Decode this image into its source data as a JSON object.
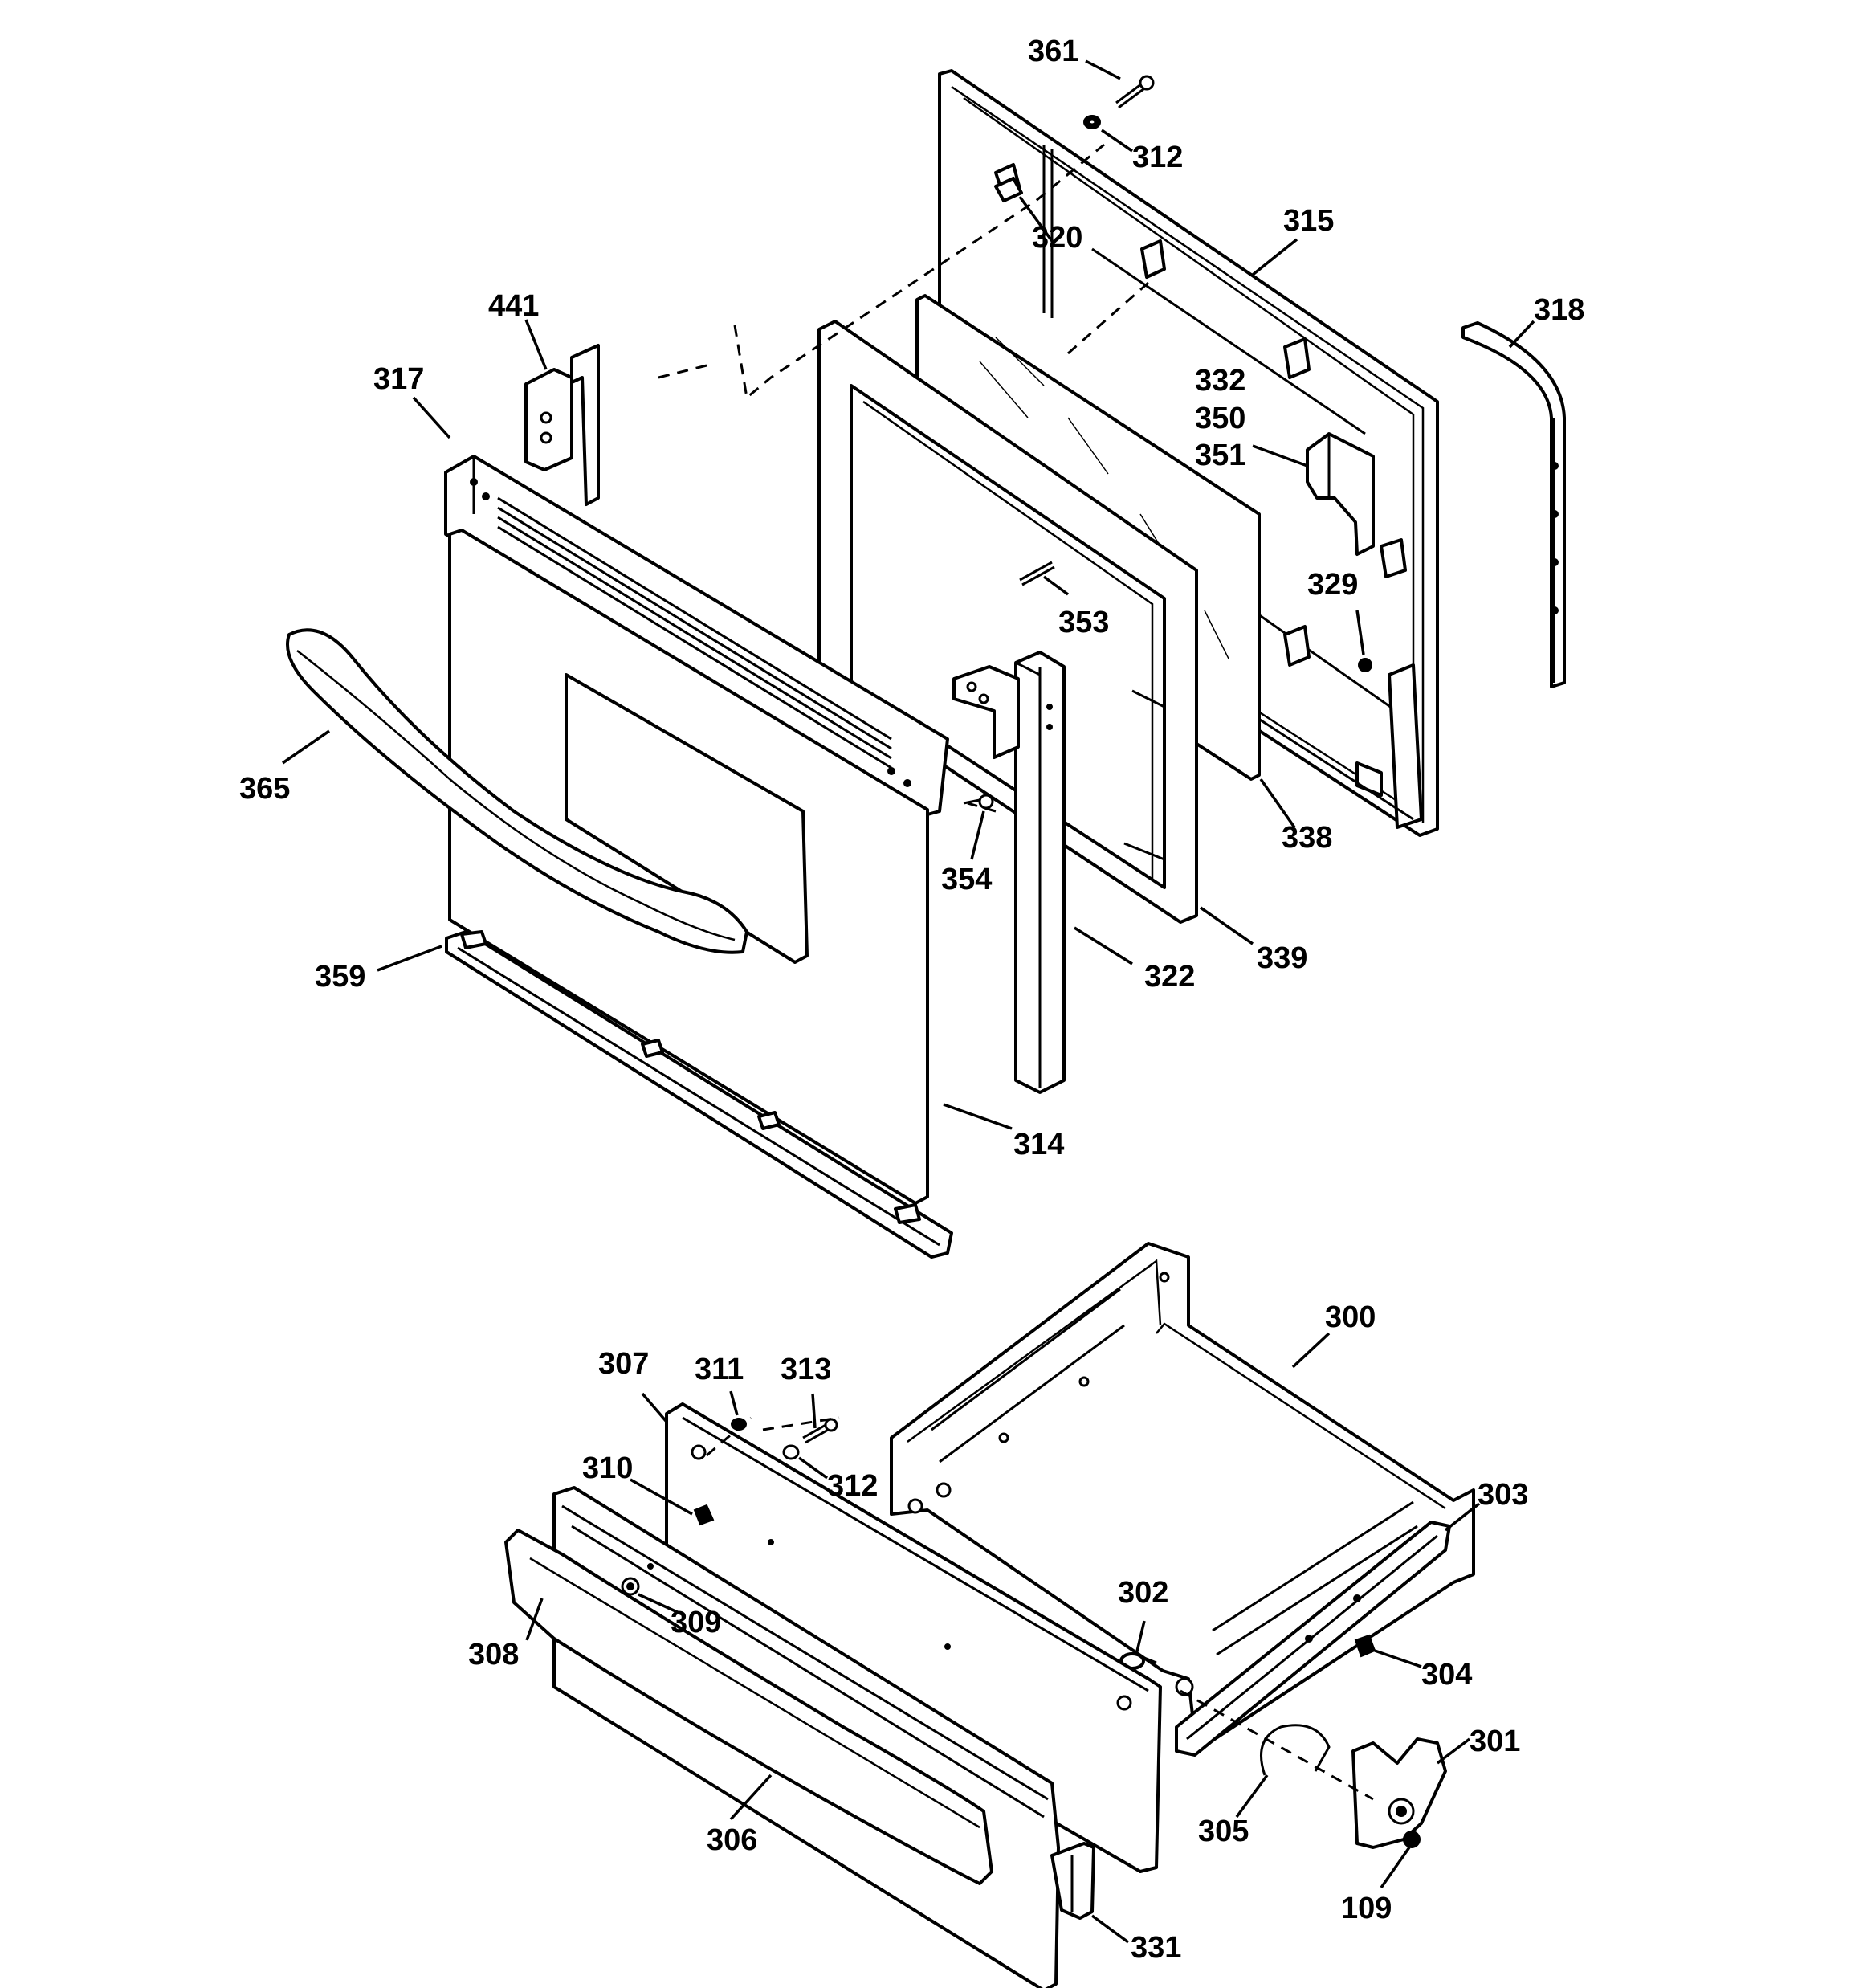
{
  "diagram": {
    "callouts": [
      {
        "id": "361",
        "text": "361"
      },
      {
        "id": "312a",
        "text": "312"
      },
      {
        "id": "315",
        "text": "315"
      },
      {
        "id": "320",
        "text": "320"
      },
      {
        "id": "318",
        "text": "318"
      },
      {
        "id": "441",
        "text": "441"
      },
      {
        "id": "317",
        "text": "317"
      },
      {
        "id": "332",
        "text": "332"
      },
      {
        "id": "350",
        "text": "350"
      },
      {
        "id": "351",
        "text": "351"
      },
      {
        "id": "329",
        "text": "329"
      },
      {
        "id": "353",
        "text": "353"
      },
      {
        "id": "365",
        "text": "365"
      },
      {
        "id": "354",
        "text": "354"
      },
      {
        "id": "338",
        "text": "338"
      },
      {
        "id": "339",
        "text": "339"
      },
      {
        "id": "322",
        "text": "322"
      },
      {
        "id": "359",
        "text": "359"
      },
      {
        "id": "314",
        "text": "314"
      },
      {
        "id": "300",
        "text": "300"
      },
      {
        "id": "307",
        "text": "307"
      },
      {
        "id": "311",
        "text": "311"
      },
      {
        "id": "313",
        "text": "313"
      },
      {
        "id": "312b",
        "text": "312"
      },
      {
        "id": "310",
        "text": "310"
      },
      {
        "id": "303",
        "text": "303"
      },
      {
        "id": "309",
        "text": "309"
      },
      {
        "id": "302",
        "text": "302"
      },
      {
        "id": "308",
        "text": "308"
      },
      {
        "id": "304",
        "text": "304"
      },
      {
        "id": "301",
        "text": "301"
      },
      {
        "id": "305",
        "text": "305"
      },
      {
        "id": "306",
        "text": "306"
      },
      {
        "id": "109",
        "text": "109"
      },
      {
        "id": "331",
        "text": "331"
      }
    ]
  }
}
